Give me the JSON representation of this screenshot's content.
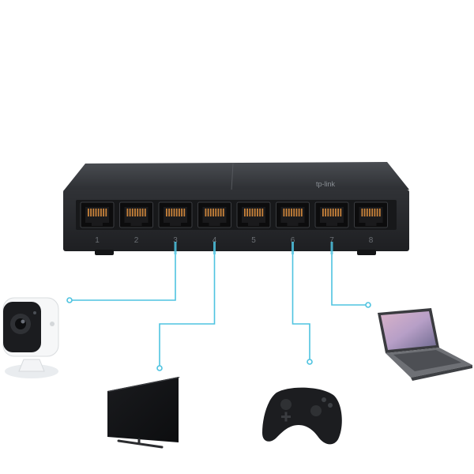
{
  "switch": {
    "port_labels": [
      "1",
      "2",
      "3",
      "4",
      "5",
      "6",
      "7",
      "8"
    ],
    "brand_mark": "tp-link"
  },
  "colors": {
    "link_line": "#4ec3e0",
    "switch_body": "#2b2d30",
    "switch_top": "#3a3c40",
    "port_pins": "#c8823a"
  },
  "devices": [
    {
      "name": "security-camera",
      "icon": "camera-icon",
      "port": 3
    },
    {
      "name": "television",
      "icon": "tv-icon",
      "port": 4
    },
    {
      "name": "game-controller",
      "icon": "gamepad-icon",
      "port": 6
    },
    {
      "name": "laptop",
      "icon": "laptop-icon",
      "port": 7
    }
  ]
}
